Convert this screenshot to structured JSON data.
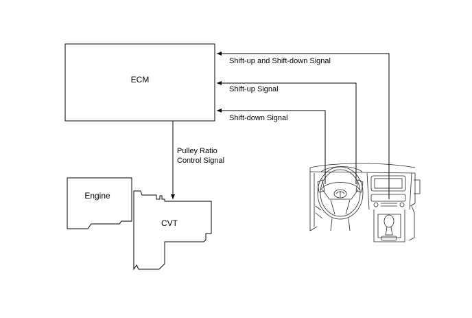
{
  "nodes": {
    "ecm": "ECM",
    "engine": "Engine",
    "cvt": "CVT"
  },
  "signals": {
    "shift_up_down": "Shift-up and Shift-down Signal",
    "shift_up": "Shift-up Signal",
    "shift_down": "Shift-down Signal",
    "pulley_ratio_line1": "Pulley Ratio",
    "pulley_ratio_line2": "Control Signal"
  },
  "colors": {
    "line": "#000000",
    "background": "#ffffff"
  }
}
